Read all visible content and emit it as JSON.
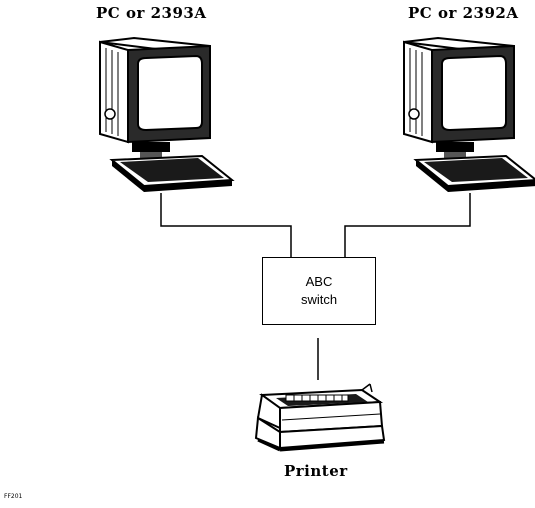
{
  "diagram": {
    "computer_left": {
      "label": "PC or 2393A",
      "icon": "computer-terminal-icon"
    },
    "computer_right": {
      "label": "PC or 2392A",
      "icon": "computer-terminal-icon"
    },
    "switch": {
      "line1": "ABC",
      "line2": "switch"
    },
    "printer": {
      "label": "Printer",
      "icon": "printer-icon"
    },
    "figure_code": "FF201"
  }
}
